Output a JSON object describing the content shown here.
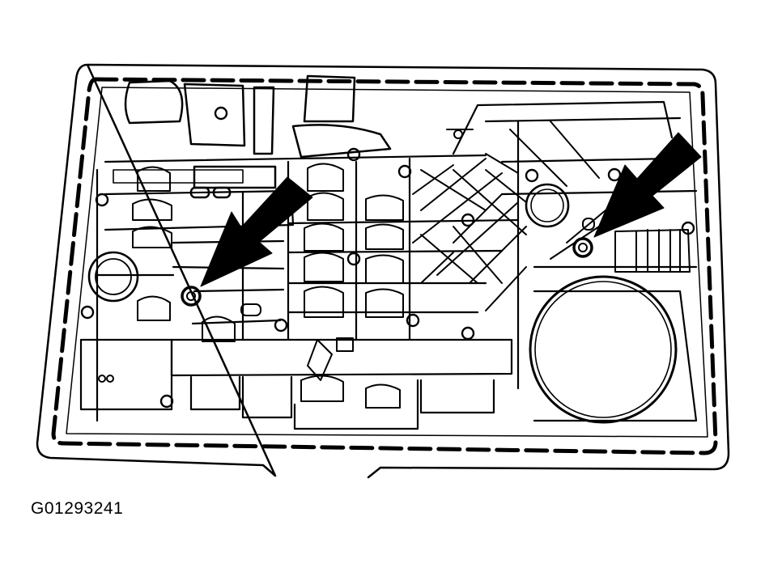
{
  "figure": {
    "id_label": "G01293241",
    "subject": "valve-body-bolt-locations",
    "arrow_count": 2,
    "colors": {
      "ink": "#000000",
      "paper": "#ffffff"
    }
  }
}
